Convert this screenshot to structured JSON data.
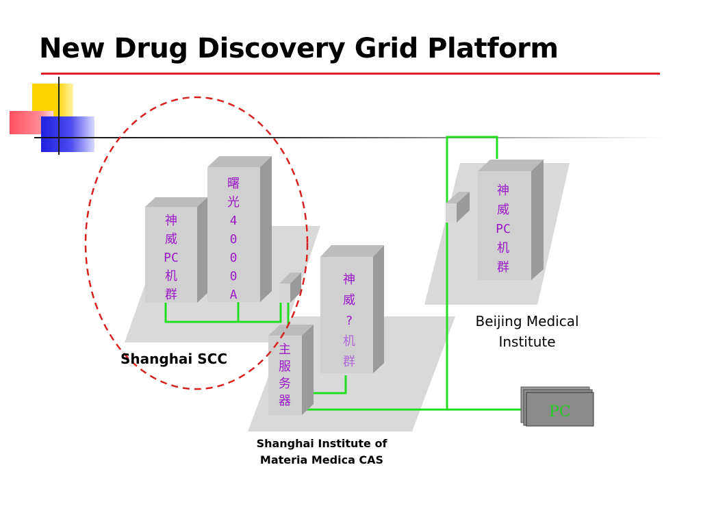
{
  "title": "New Drug Discovery Grid Platform",
  "colors": {
    "title_rule": "#e01b24",
    "link": "#22dd22",
    "server_text": "#9b19c8",
    "pc_text": "#22cc22",
    "circle": "#d92020"
  },
  "servers": {
    "shenwei_pc_cluster": [
      "神",
      "威",
      "PC",
      "机",
      "群"
    ],
    "shuguang_4000a": [
      "曙",
      "光",
      "4",
      "0",
      "0",
      "0",
      "A"
    ],
    "shenwei_cluster_2": [
      "神",
      "威",
      "?",
      "机",
      "群"
    ],
    "main_server": [
      "主",
      "服",
      "务",
      "器"
    ],
    "beijing_shenwei_pc_cluster": [
      "神",
      "威",
      "PC",
      "机",
      "群"
    ]
  },
  "pc_label": "PC",
  "labels": {
    "shanghai_scc": "Shanghai SCC",
    "beijing": [
      "Beijing Medical",
      "Institute"
    ],
    "simm": [
      "Shanghai Institute of",
      "Materia Medica CAS"
    ]
  }
}
